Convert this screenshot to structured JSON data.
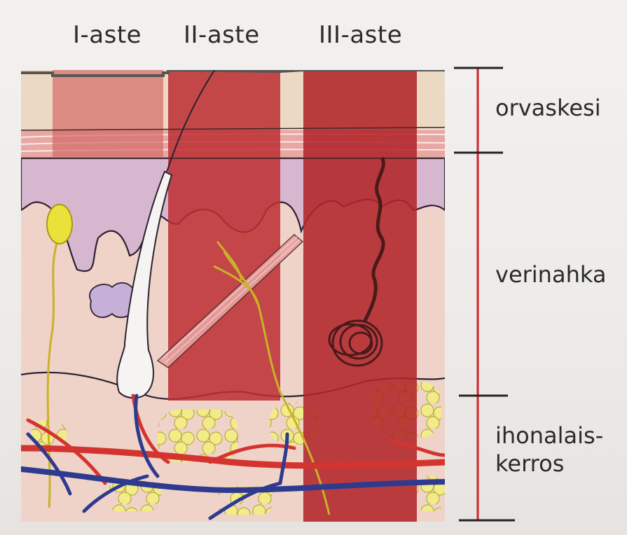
{
  "degrees": [
    {
      "id": "first",
      "label": "I-aste"
    },
    {
      "id": "second",
      "label": "II-aste"
    },
    {
      "id": "third",
      "label": "III-aste"
    }
  ],
  "layers": [
    {
      "id": "epidermis",
      "label": "orvaskesi"
    },
    {
      "id": "dermis",
      "label": "verinahka"
    },
    {
      "id": "subcutis",
      "label": "ihonalais-\nkerros",
      "lines": [
        "ihonalais-",
        "kerros"
      ]
    }
  ],
  "colors": {
    "epidermis": "#ecd9c4",
    "dermis_papillae": "#d9b8cf",
    "dermis": "#f1d2cc",
    "subcutis": "#f0d3c8",
    "fat": "#f0ea86",
    "first_degree_band": "#d5706c",
    "second_degree_band": "#bf3437",
    "third_degree_band": "#b3282c",
    "artery": "#d4342f",
    "vein": "#2e3a8e",
    "nerve": "#cdbb2a",
    "scale_line": "#d3222a"
  }
}
